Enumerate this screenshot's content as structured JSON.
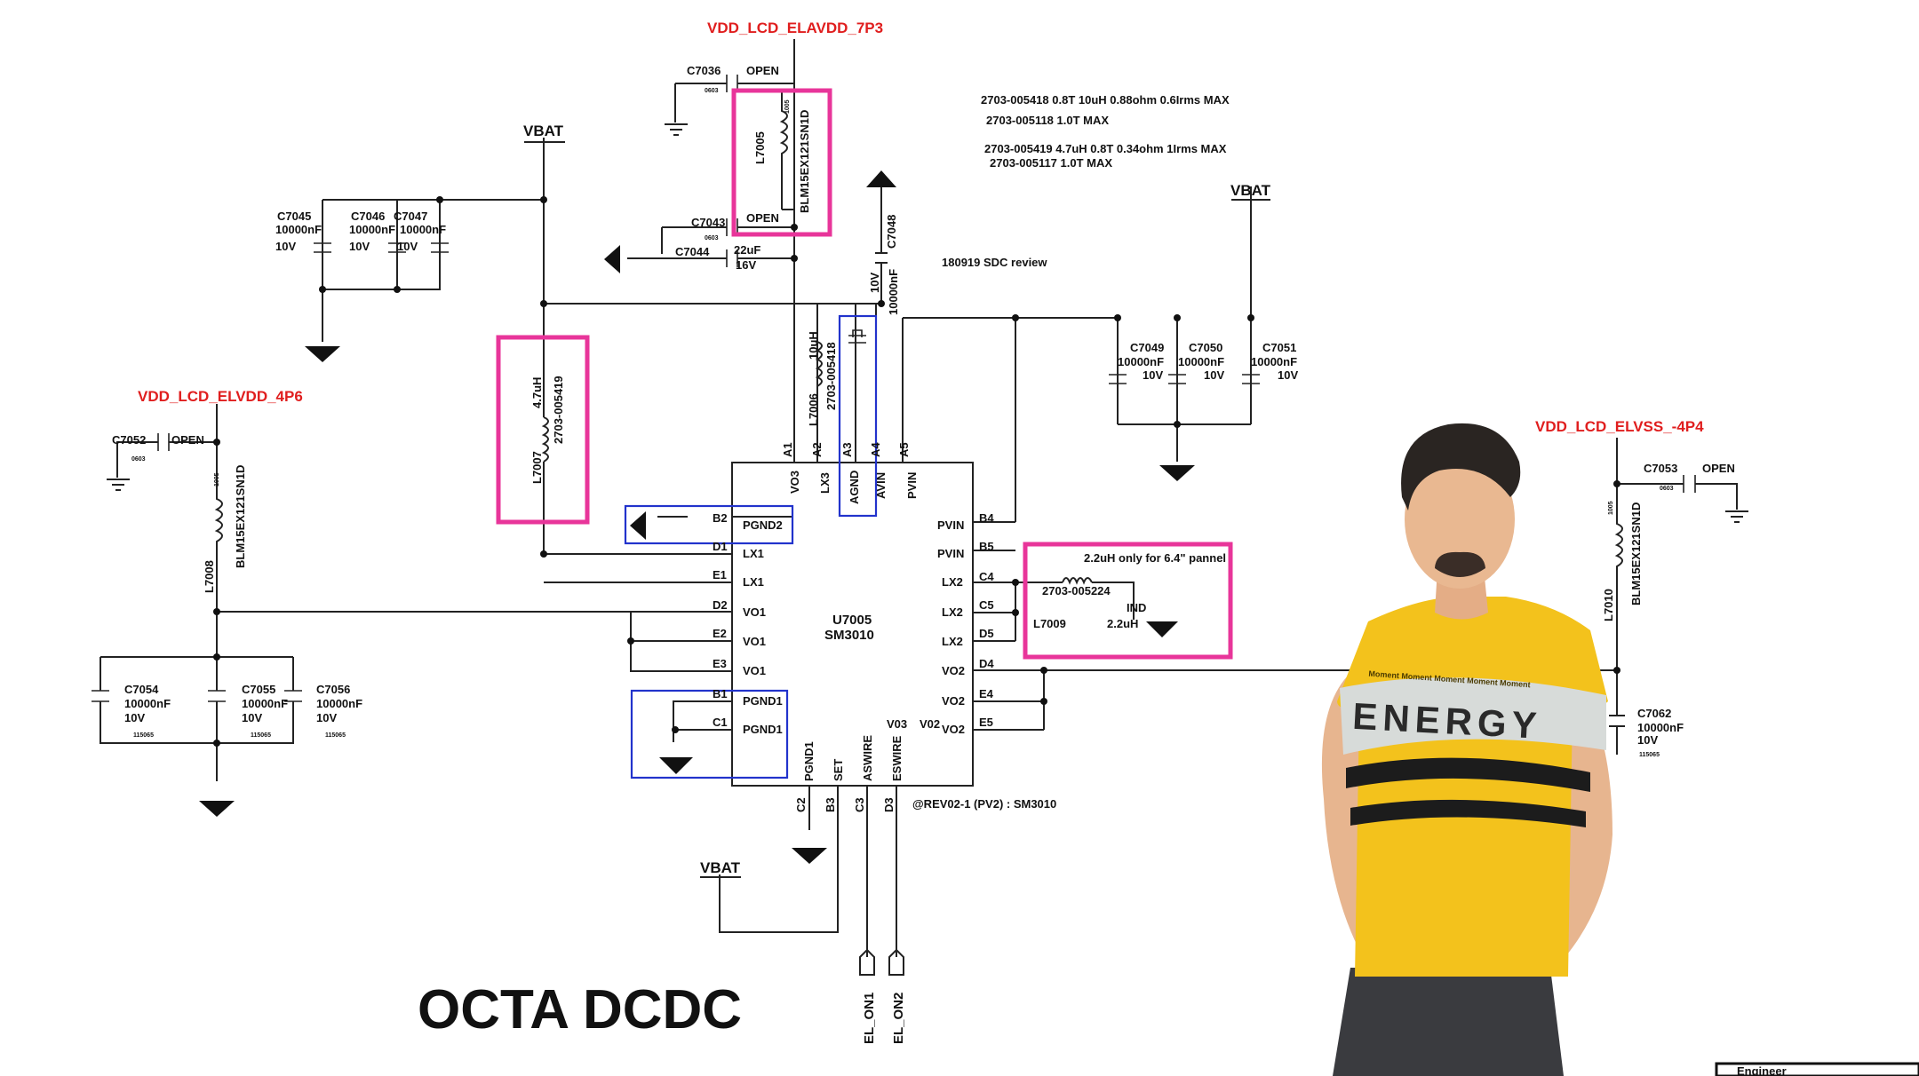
{
  "nets": {
    "elavdd": "VDD_LCD_ELAVDD_7P3",
    "elvdd": "VDD_LCD_ELVDD_4P6",
    "elvss": "VDD_LCD_ELVSS_-4P4",
    "vbat1": "VBAT",
    "vbat2": "VBAT",
    "vbat3": "VBAT",
    "el_on1": "EL_ON1",
    "el_on2": "EL_ON2"
  },
  "notes": {
    "n1": "2703-005418 0.8T 10uH  0.88ohm 0.6Irms MAX",
    "n2": "2703-005118 1.0T MAX",
    "n3": "2703-005419 4.7uH 0.8T 0.34ohm 1Irms MAX",
    "n4": "2703-005117 1.0T MAX",
    "review": "180919 SDC review",
    "panel": "2.2uH only for 6.4\" pannel",
    "rev": "@REV02-1 (PV2) : SM3010"
  },
  "title": "OCTA DCDC",
  "ic": {
    "ref": "U7005",
    "part": "SM3010",
    "top_pins": [
      {
        "name": "VO3",
        "ball": "A1"
      },
      {
        "name": "LX3",
        "ball": "A2"
      },
      {
        "name": "AGND",
        "ball": "A3"
      },
      {
        "name": "AVIN",
        "ball": "A4"
      },
      {
        "name": "PVIN",
        "ball": "A5"
      }
    ],
    "left_pins": [
      {
        "name": "PGND2",
        "ball": "B2"
      },
      {
        "name": "LX1",
        "ball": "D1"
      },
      {
        "name": "LX1",
        "ball": "E1"
      },
      {
        "name": "VO1",
        "ball": "D2"
      },
      {
        "name": "VO1",
        "ball": "E2"
      },
      {
        "name": "VO1",
        "ball": "E3"
      },
      {
        "name": "PGND1",
        "ball": "B1"
      },
      {
        "name": "PGND1",
        "ball": "C1"
      }
    ],
    "right_pins": [
      {
        "name": "PVIN",
        "ball": "B4"
      },
      {
        "name": "PVIN",
        "ball": "B5"
      },
      {
        "name": "LX2",
        "ball": "C4"
      },
      {
        "name": "LX2",
        "ball": "C5"
      },
      {
        "name": "LX2",
        "ball": "D5"
      },
      {
        "name": "VO2",
        "ball": "D4"
      },
      {
        "name": "VO2",
        "ball": "E4"
      },
      {
        "name": "VO2",
        "ball": "E5"
      }
    ],
    "bottom_pins": [
      {
        "name": "PGND1",
        "ball": "C2"
      },
      {
        "name": "SET",
        "ball": "B3"
      },
      {
        "name": "ASWIRE",
        "ball": "C3"
      },
      {
        "name": "ESWIRE",
        "ball": "D3"
      }
    ],
    "vo3_label": "V03",
    "vo2_label": "V02"
  },
  "parts": {
    "c7036": {
      "ref": "C7036",
      "val": "OPEN",
      "size": "0603"
    },
    "c7043": {
      "ref": "C7043",
      "val": "OPEN",
      "size": "0603"
    },
    "c7044": {
      "ref": "C7044",
      "val": "22uF",
      "volt": "16V"
    },
    "c7048": {
      "ref": "C7048",
      "val": "10000nF",
      "volt": "10V"
    },
    "l7005": {
      "ref": "L7005",
      "part": "BLM15EX121SN1D",
      "size": "1005"
    },
    "l7006": {
      "ref": "L7006",
      "val": "10uH",
      "part": "2703-005418"
    },
    "l7007": {
      "ref": "L7007",
      "val": "4.7uH",
      "part": "2703-005419"
    },
    "l7008": {
      "ref": "L7008",
      "part": "BLM15EX121SN1D",
      "size": "1005"
    },
    "l7009": {
      "ref": "L7009",
      "part": "2703-005224",
      "type": "IND",
      "val": "2.2uH"
    },
    "l7010": {
      "ref": "L7010",
      "part": "BLM15EX121SN1D",
      "size": "1005"
    },
    "c7045": {
      "ref": "C7045",
      "val": "10000nF",
      "volt": "10V"
    },
    "c7046": {
      "ref": "C7046",
      "val": "10000nF",
      "volt": "10V"
    },
    "c7047": {
      "ref": "C7047",
      "val": "10000nF",
      "volt": "10V"
    },
    "c7049": {
      "ref": "C7049",
      "val": "10000nF",
      "volt": "10V"
    },
    "c7050": {
      "ref": "C7050",
      "val": "10000nF",
      "volt": "10V"
    },
    "c7051": {
      "ref": "C7051",
      "val": "10000nF",
      "volt": "10V"
    },
    "c7052": {
      "ref": "C7052",
      "val": "OPEN",
      "size": "0603"
    },
    "c7053": {
      "ref": "C7053",
      "val": "OPEN",
      "size": "0603"
    },
    "c7054": {
      "ref": "C7054",
      "val": "10000nF",
      "volt": "10V",
      "code": "115065"
    },
    "c7055": {
      "ref": "C7055",
      "val": "10000nF",
      "volt": "10V",
      "code": "115065"
    },
    "c7056": {
      "ref": "C7056",
      "val": "10000nF",
      "volt": "10V",
      "code": "115065"
    },
    "c7062": {
      "ref": "C7062",
      "val": "10000nF",
      "volt": "10V",
      "code": "115065"
    }
  },
  "titleblock": {
    "label": "Engineer"
  },
  "shirt": {
    "text": "ENERGY",
    "band_text": "Moment Moment Moment Moment Moment"
  },
  "colors": {
    "highlight": "#e8359a",
    "box": "#2233cc",
    "net": "#e01e1e",
    "shirt": "#f3c21c"
  }
}
